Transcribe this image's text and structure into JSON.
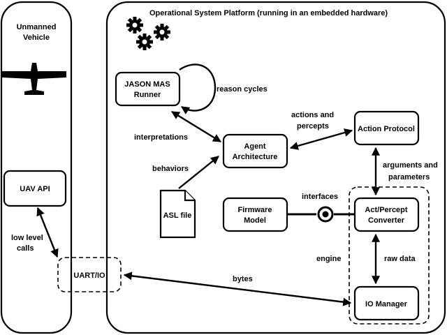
{
  "containers": {
    "vehicle_title": [
      "Unmanned",
      "Vehicle"
    ],
    "platform_title": "Operational System Platform (running in an embedded hardware)"
  },
  "nodes": {
    "uav_api": "UAV API",
    "uart_io": "UART/IO",
    "jason_runner": [
      "JASON MAS",
      "Runner"
    ],
    "agent_architecture": [
      "Agent",
      "Architecture"
    ],
    "action_protocol": "Action Protocol",
    "asl_file": "ASL file",
    "firmware_model": [
      "Firmware",
      "Model"
    ],
    "act_percept_converter": [
      "Act/Percept",
      "Converter"
    ],
    "io_manager": "IO Manager"
  },
  "edge_labels": {
    "low_level_calls": [
      "low level",
      "calls"
    ],
    "reason_cycles": "reason cycles",
    "interpretations": "interpretations",
    "behaviors": "behaviors",
    "actions_and_percepts": [
      "actions and",
      "percepts"
    ],
    "arguments_and_parameters": [
      "arguments and",
      "parameters"
    ],
    "interfaces": "interfaces",
    "raw_data": "raw data",
    "engine": "engine",
    "bytes": "bytes"
  },
  "icons": [
    "airplane-icon",
    "gears-icon",
    "document-icon",
    "interface-socket-icon"
  ]
}
